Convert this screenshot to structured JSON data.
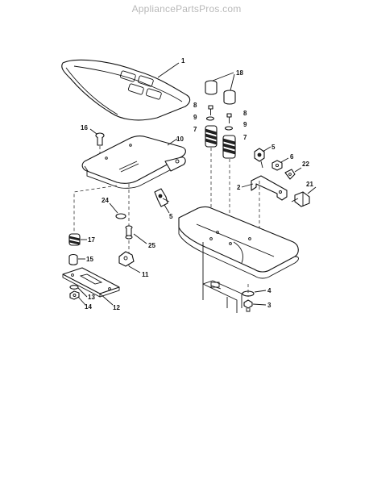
{
  "watermark": "AppliancePartsPros.com",
  "callouts": [
    "1",
    "2",
    "3",
    "4",
    "5",
    "5",
    "6",
    "7",
    "7",
    "8",
    "8",
    "9",
    "9",
    "10",
    "11",
    "12",
    "13",
    "14",
    "15",
    "16",
    "17",
    "18",
    "21",
    "22",
    "24",
    "25"
  ]
}
